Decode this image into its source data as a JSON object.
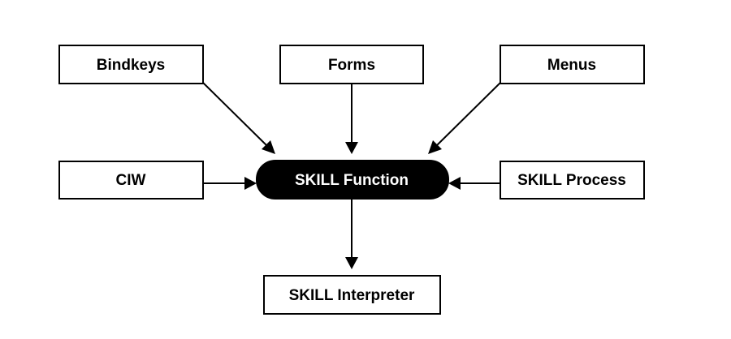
{
  "diagram": {
    "nodes": {
      "bindkeys": "Bindkeys",
      "forms": "Forms",
      "menus": "Menus",
      "ciw": "CIW",
      "skill_function": "SKILL Function",
      "skill_process": "SKILL Process",
      "skill_interpreter": "SKILL Interpreter"
    },
    "edges": [
      {
        "from": "Bindkeys",
        "to": "SKILL Function"
      },
      {
        "from": "Forms",
        "to": "SKILL Function"
      },
      {
        "from": "Menus",
        "to": "SKILL Function"
      },
      {
        "from": "CIW",
        "to": "SKILL Function"
      },
      {
        "from": "SKILL Process",
        "to": "SKILL Function"
      },
      {
        "from": "SKILL Function",
        "to": "SKILL Interpreter"
      }
    ]
  }
}
